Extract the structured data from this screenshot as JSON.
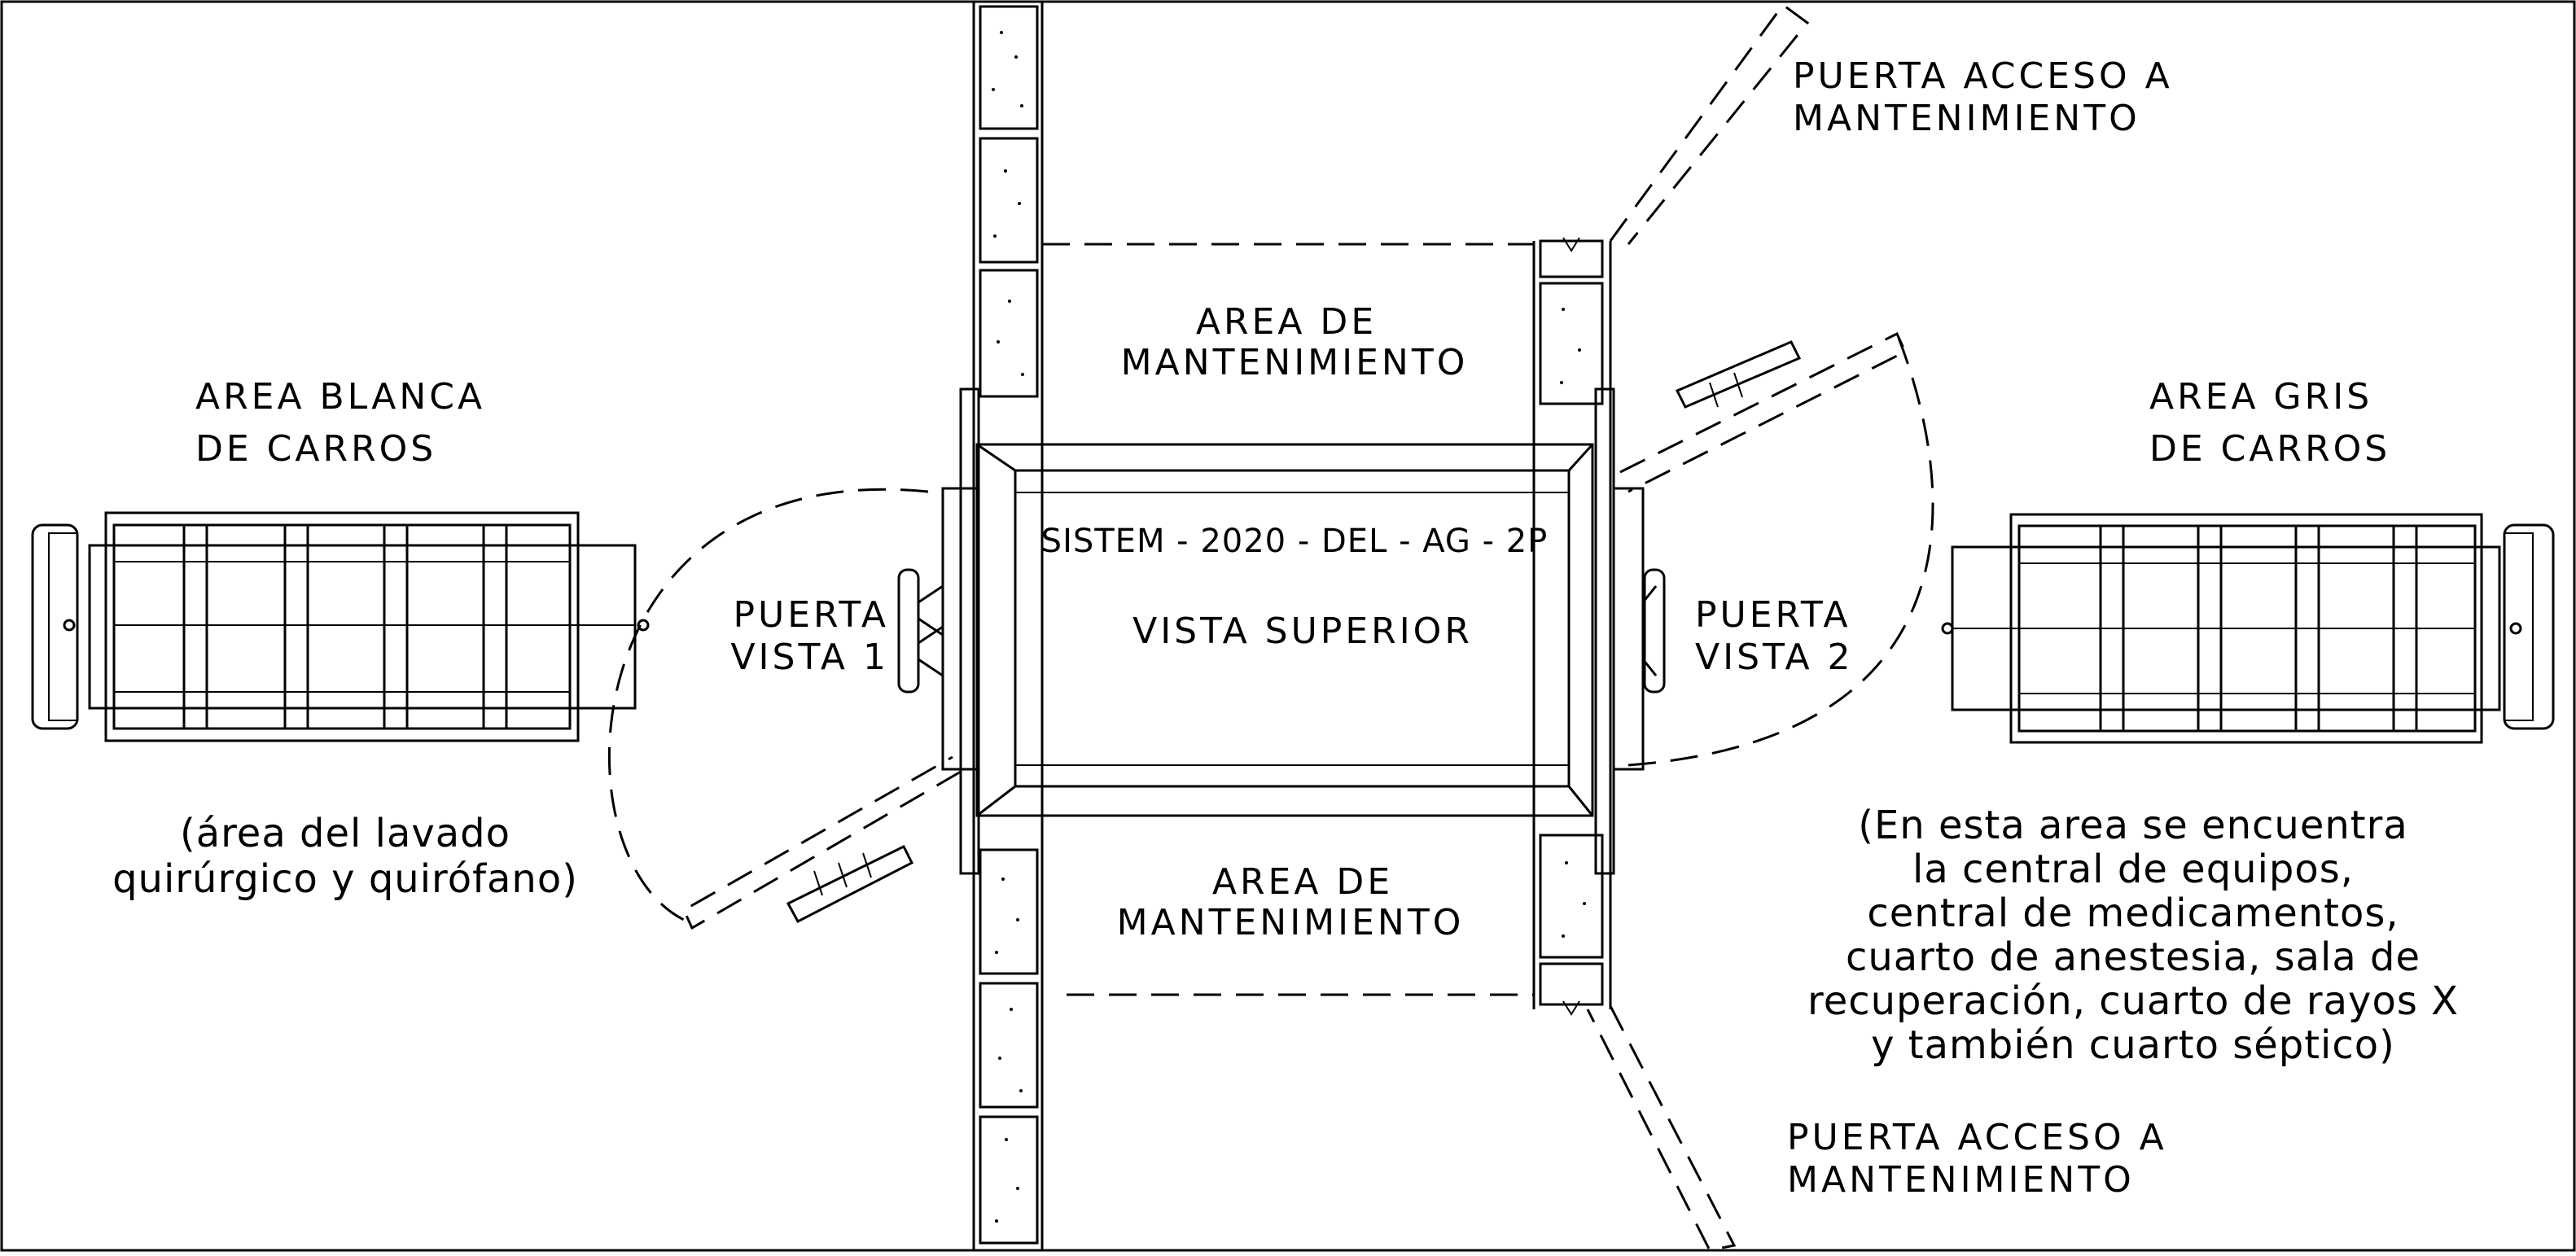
{
  "drawing": {
    "code": "SISTEM - 2020 - DEL - AG - 2P",
    "view": "VISTA SUPERIOR"
  },
  "labels": {
    "maint_top": [
      "AREA DE",
      "MANTENIMIENTO"
    ],
    "maint_bottom": [
      "AREA DE",
      "MANTENIMIENTO"
    ],
    "door_access_top": [
      "PUERTA ACCESO A",
      "MANTENIMIENTO"
    ],
    "door_access_bottom": [
      "PUERTA ACCESO A",
      "MANTENIMIENTO"
    ],
    "door_view_1": [
      "PUERTA",
      "VISTA 1"
    ],
    "door_view_2": [
      "PUERTA",
      "VISTA 2"
    ],
    "white_area": [
      "AREA BLANCA",
      "DE CARROS"
    ],
    "gray_area": [
      "AREA GRIS",
      "DE CARROS"
    ],
    "white_note": [
      "(área del lavado",
      "quirúrgico y quirófano)"
    ],
    "gray_note": [
      "(En esta area se encuentra",
      "la central de equipos,",
      "central de medicamentos,",
      "cuarto de anestesia, sala de",
      "recuperación, cuarto de rayos X",
      "y también cuarto séptico)"
    ]
  },
  "colors": {
    "line": "#000000",
    "background": "#ffffff"
  }
}
